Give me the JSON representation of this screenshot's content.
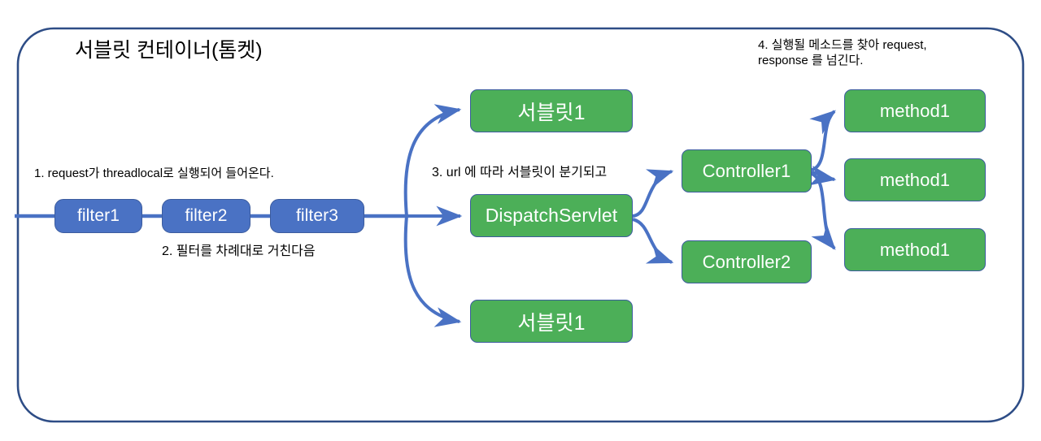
{
  "diagram": {
    "title": "서블릿 컨테이너(톰켓)",
    "colors": {
      "green_fill": "#4CAF58",
      "blue_fill": "#4A72C4",
      "box_border": "#3C5C9E",
      "connector": "#4A72C4",
      "container_border": "#2E4D86",
      "text_on_box": "#FFFFFF",
      "caption_text": "#000000",
      "background": "#FFFFFF"
    },
    "container": {
      "name": "servlet-container",
      "label": "서블릿 컨테이너(톰켓)"
    },
    "filters": [
      {
        "id": "filter1",
        "label": "filter1"
      },
      {
        "id": "filter2",
        "label": "filter2"
      },
      {
        "id": "filter3",
        "label": "filter3"
      }
    ],
    "servlets": [
      {
        "id": "servlet-top",
        "label": "서블릿1"
      },
      {
        "id": "dispatchservlet",
        "label": "DispatchServlet"
      },
      {
        "id": "servlet-bottom",
        "label": "서블릿1"
      }
    ],
    "controllers": [
      {
        "id": "controller1",
        "label": "Controller1"
      },
      {
        "id": "controller2",
        "label": "Controller2"
      }
    ],
    "methods": [
      {
        "id": "method-1",
        "label": "method1"
      },
      {
        "id": "method-2",
        "label": "method1"
      },
      {
        "id": "method-3",
        "label": "method1"
      }
    ],
    "captions": [
      {
        "id": "step-1",
        "text": "1. request가 threadlocal로 실행되어 들어온다."
      },
      {
        "id": "step-2",
        "text": "2. 필터를 차례대로 거친다음"
      },
      {
        "id": "step-3",
        "text": "3. url 에 따라 서블릿이 분기되고"
      },
      {
        "id": "step-4",
        "text": "4. 실행될 메소드를 찾아 request,\nresponse 를 넘긴다."
      }
    ],
    "flow_description": {
      "entry": "request enters from the left edge into the servlet container",
      "filter_chain": "filter1 → filter2 → filter3",
      "servlet_fanout": "filter3 → 서블릿1 / DispatchServlet / 서블릿1",
      "controller_fanout": "DispatchServlet → Controller1 / Controller2",
      "method_fanout": "Controller1 → method1 / method1 / method1"
    }
  }
}
